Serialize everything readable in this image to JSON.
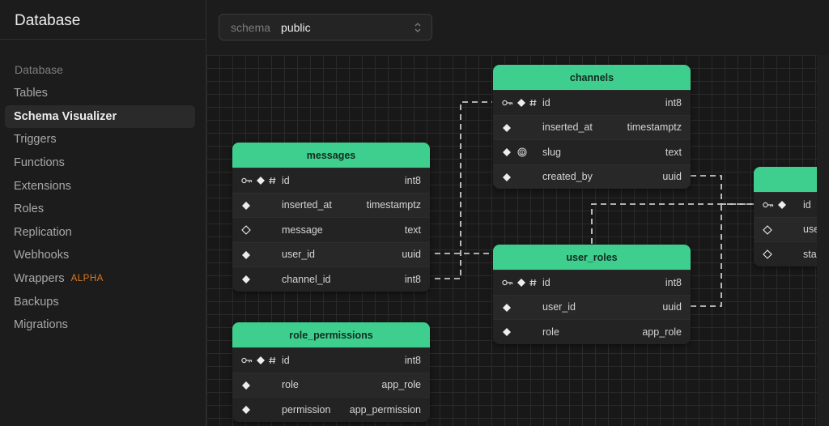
{
  "sidebar": {
    "title": "Database",
    "section": "Database",
    "items": [
      {
        "label": "Tables",
        "badge": ""
      },
      {
        "label": "Schema Visualizer",
        "badge": ""
      },
      {
        "label": "Triggers",
        "badge": ""
      },
      {
        "label": "Functions",
        "badge": ""
      },
      {
        "label": "Extensions",
        "badge": ""
      },
      {
        "label": "Roles",
        "badge": ""
      },
      {
        "label": "Replication",
        "badge": ""
      },
      {
        "label": "Webhooks",
        "badge": ""
      },
      {
        "label": "Wrappers",
        "badge": "ALPHA"
      },
      {
        "label": "Backups",
        "badge": ""
      },
      {
        "label": "Migrations",
        "badge": ""
      }
    ],
    "active_item": "Schema Visualizer"
  },
  "schema_select": {
    "label": "schema",
    "value": "public"
  },
  "tables": {
    "messages": {
      "name": "messages",
      "columns": [
        {
          "name": "id",
          "type": "int8",
          "key": true,
          "required": true,
          "identity": true
        },
        {
          "name": "inserted_at",
          "type": "timestamptz",
          "required": true
        },
        {
          "name": "message",
          "type": "text",
          "nullable": true
        },
        {
          "name": "user_id",
          "type": "uuid",
          "required": true
        },
        {
          "name": "channel_id",
          "type": "int8",
          "required": true
        }
      ]
    },
    "channels": {
      "name": "channels",
      "columns": [
        {
          "name": "id",
          "type": "int8",
          "key": true,
          "required": true,
          "identity": true
        },
        {
          "name": "inserted_at",
          "type": "timestamptz",
          "required": true
        },
        {
          "name": "slug",
          "type": "text",
          "required": true,
          "unique": true
        },
        {
          "name": "created_by",
          "type": "uuid",
          "required": true
        }
      ]
    },
    "user_roles": {
      "name": "user_roles",
      "columns": [
        {
          "name": "id",
          "type": "int8",
          "key": true,
          "required": true,
          "identity": true
        },
        {
          "name": "user_id",
          "type": "uuid",
          "required": true
        },
        {
          "name": "role",
          "type": "app_role",
          "required": true
        }
      ]
    },
    "role_permissions": {
      "name": "role_permissions",
      "columns": [
        {
          "name": "id",
          "type": "int8",
          "key": true,
          "required": true,
          "identity": true
        },
        {
          "name": "role",
          "type": "app_role",
          "required": true
        },
        {
          "name": "permission",
          "type": "app_permission",
          "required": true
        }
      ]
    },
    "users": {
      "name": "",
      "columns": [
        {
          "name": "id",
          "type": "",
          "key": true,
          "required": true
        },
        {
          "name": "use",
          "type": "",
          "nullable": true
        },
        {
          "name": "sta",
          "type": "",
          "nullable": true
        }
      ]
    }
  },
  "colors": {
    "accent": "#3ecf8e",
    "warning": "#d97a22",
    "background": "#1c1c1c"
  }
}
